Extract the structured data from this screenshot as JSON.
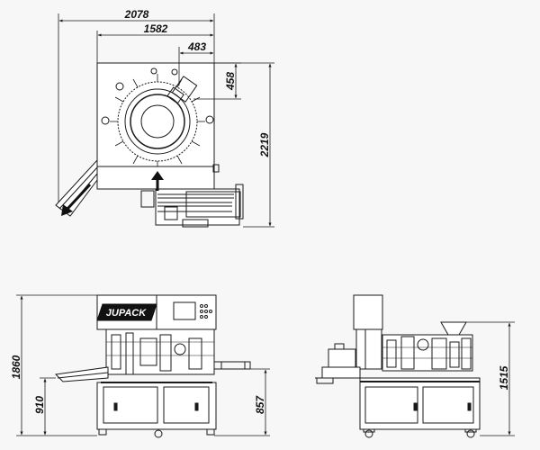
{
  "dimensions": {
    "top_view": {
      "overall_width": "2078",
      "frame_width": "1582",
      "offset_width": "483",
      "offset_height": "458",
      "overall_depth": "2219"
    },
    "front_view": {
      "overall_height": "1860",
      "conveyor_height": "910",
      "table_height": "857"
    },
    "side_view": {
      "hopper_height": "1515"
    }
  },
  "logo": {
    "text": "JUPACK"
  },
  "colors": {
    "line": "#1a1a1a",
    "panel": "#ffffff",
    "background": "#f7f7f7"
  },
  "arrow_icons": [
    "infeed-arrow-icon",
    "outfeed-arrow-icon"
  ]
}
